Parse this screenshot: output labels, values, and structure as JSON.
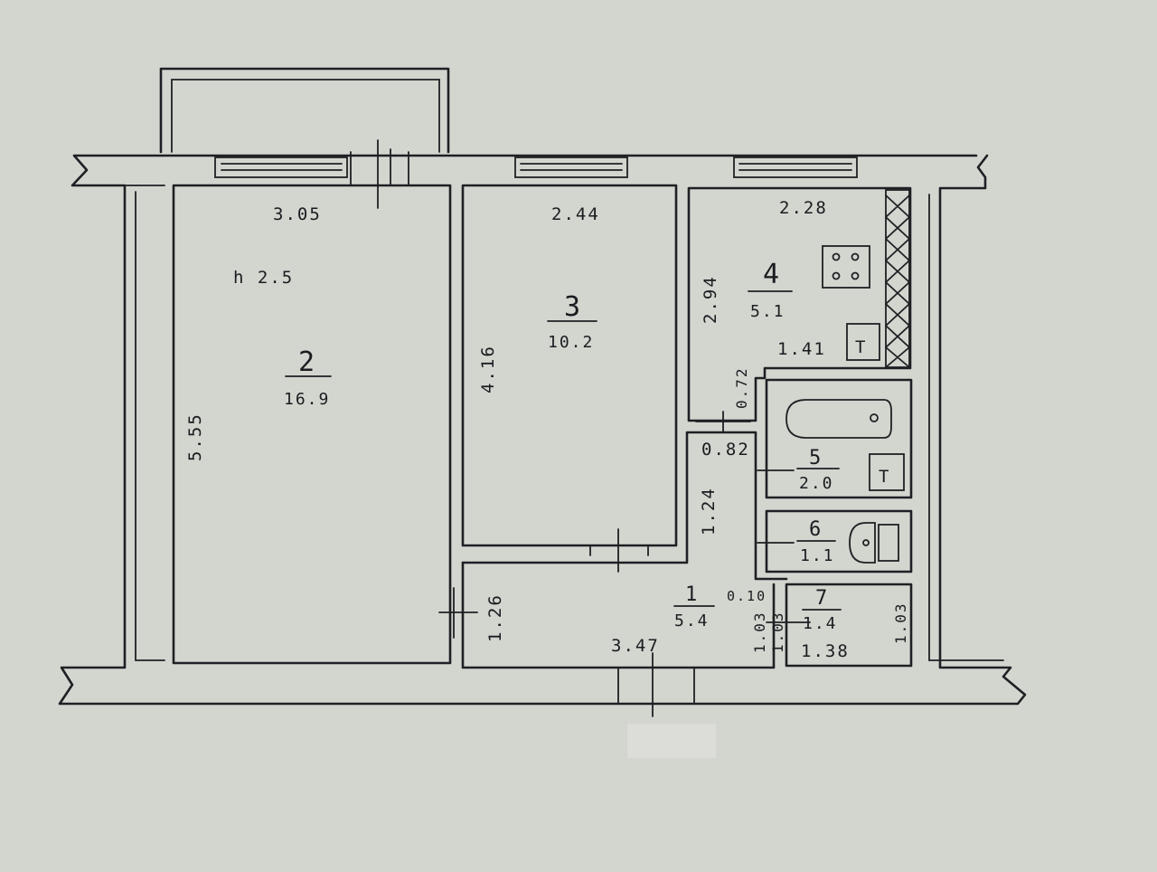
{
  "plan": {
    "rooms": [
      {
        "number": "1",
        "area": "5.4"
      },
      {
        "number": "2",
        "area": "16.9"
      },
      {
        "number": "3",
        "area": "10.2"
      },
      {
        "number": "4",
        "area": "5.1"
      },
      {
        "number": "5",
        "area": "2.0"
      },
      {
        "number": "6",
        "area": "1.1"
      },
      {
        "number": "7",
        "area": "1.4"
      }
    ],
    "ceiling_height": "h 2.5",
    "dimensions": {
      "room2_width": "3.05",
      "room2_length": "5.55",
      "room3_width": "2.44",
      "room3_length": "4.16",
      "room4_width": "2.28",
      "room4_length": "2.94",
      "room4_notch_width": "1.41",
      "room4_notch_length": "0.72",
      "hall_upper_width": "0.82",
      "hall_upper_length": "1.24",
      "hall_left_length": "1.26",
      "hall_width": "3.47",
      "hall_step": "0.10",
      "hall_right_length": "1.03",
      "room7_left_length": "1.03",
      "room7_right_length": "1.03",
      "room7_width": "1.38"
    },
    "symbols": {
      "water_heater_mark": "T"
    }
  }
}
